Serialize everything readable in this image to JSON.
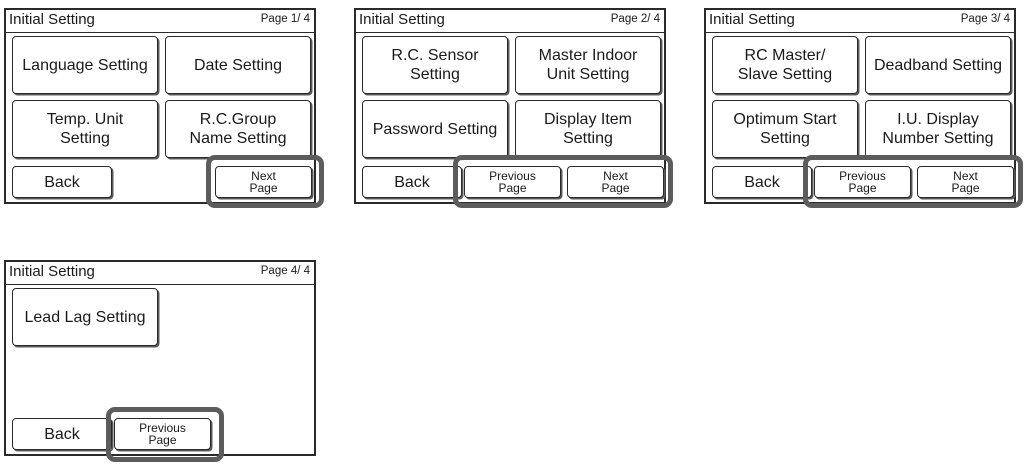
{
  "screens": [
    {
      "title": "Initial Setting",
      "page": "Page  1/ 4",
      "buttons": [
        "Language Setting",
        "Date Setting",
        "Temp. Unit\nSetting",
        "R.C.Group\nName Setting"
      ],
      "back": "Back",
      "next": "Next\nPage"
    },
    {
      "title": "Initial Setting",
      "page": "Page  2/ 4",
      "buttons": [
        "R.C. Sensor\nSetting",
        "Master Indoor\nUnit Setting",
        "Password Setting",
        "Display Item\nSetting"
      ],
      "back": "Back",
      "previous": "Previous\nPage",
      "next": "Next\nPage"
    },
    {
      "title": "Initial Setting",
      "page": "Page  3/ 4",
      "buttons": [
        "RC Master/\nSlave Setting",
        "Deadband Setting",
        "Optimum Start\nSetting",
        "I.U. Display\nNumber Setting"
      ],
      "back": "Back",
      "previous": "Previous\nPage",
      "next": "Next\nPage"
    },
    {
      "title": "Initial Setting",
      "page": "Page  4/ 4",
      "buttons": [
        "Lead Lag Setting"
      ],
      "back": "Back",
      "previous": "Previous\nPage"
    }
  ]
}
